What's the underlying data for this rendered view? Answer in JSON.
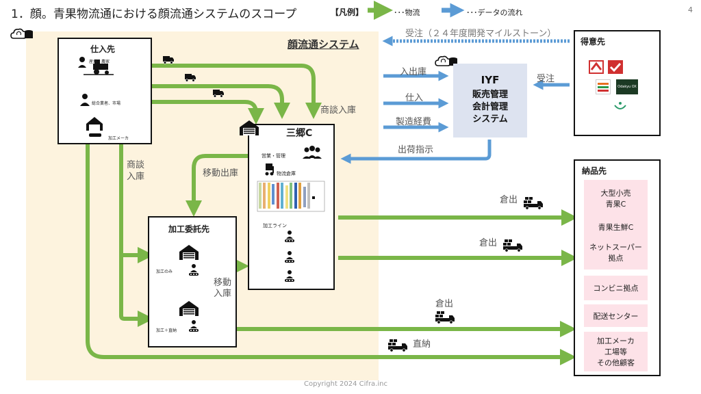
{
  "title": "1．顔。青果物流通における顔流通システムのスコープ",
  "legend": {
    "title": "【凡例】",
    "goods_flow": "･･･物流",
    "data_flow": "･･･データの流れ"
  },
  "page_number": "4",
  "system_area_label": "顔流通システム",
  "suppliers": {
    "title": "仕入先",
    "items": [
      "産地・農家",
      "総合業者、市場",
      "加工メーカ"
    ]
  },
  "sango": {
    "title": "三郷C",
    "sections": [
      "営業・管理",
      "物流倉庫",
      "加工ライン"
    ]
  },
  "processing": {
    "title": "加工委託先",
    "items": [
      "加工のみ",
      "加工＋直納"
    ]
  },
  "iyf": {
    "lines": [
      "IYF",
      "販売管理",
      "会計管理",
      "システム"
    ]
  },
  "customers": {
    "title": "得意先",
    "logo_text": "Odakyu OX"
  },
  "destinations": {
    "title": "納品先",
    "items": [
      "大型小売\n青果C",
      "青果生鮮C",
      "ネットスーパー\n拠点",
      "コンビニ拠点",
      "配送センター",
      "加工メーカ\n工場等\nその他顧客"
    ]
  },
  "flow_labels": {
    "order_milestone": "受注（２４年度開発マイルストーン）",
    "order": "受注",
    "in_out_stock": "入出庫",
    "purchase": "仕入",
    "manufacturing_cost": "製造経費",
    "shipping_instruction": "出荷指示",
    "negotiation_stock_1": "商談入庫",
    "negotiation_stock_2_line1": "商談",
    "negotiation_stock_2_line2": "入庫",
    "transfer_out": "移動出庫",
    "transfer_in_line1": "移動",
    "transfer_in_line2": "入庫",
    "ship_out_1": "倉出",
    "ship_out_2": "倉出",
    "ship_out_3": "倉出",
    "direct_delivery": "直納"
  },
  "colors": {
    "goods_flow": "#7ab648",
    "data_flow": "#5b9bd5",
    "system_area": "#fdf3de",
    "iyf_box": "#dde3f0",
    "dest_item": "#fde2e8"
  },
  "copyright": "Copyright 2024 Cifra.inc"
}
